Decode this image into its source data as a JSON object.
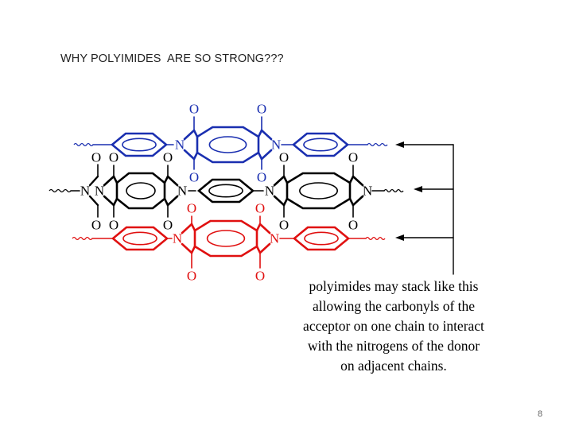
{
  "slide": {
    "title": "WHY POLYIMIDES  ARE SO STRONG???",
    "page_number": "8"
  },
  "diagram": {
    "colors": {
      "top_chain": "#1a2fb0",
      "middle_chain": "#000000",
      "bottom_chain": "#e01010"
    },
    "atom_labels": {
      "nitrogen": "N",
      "oxygen": "O"
    },
    "caption_lines": [
      "polyimides may stack like this",
      "allowing the carbonyls of the",
      "acceptor on one chain to interact",
      "with the nitrogens of the donor",
      "on adjacent chains."
    ]
  }
}
